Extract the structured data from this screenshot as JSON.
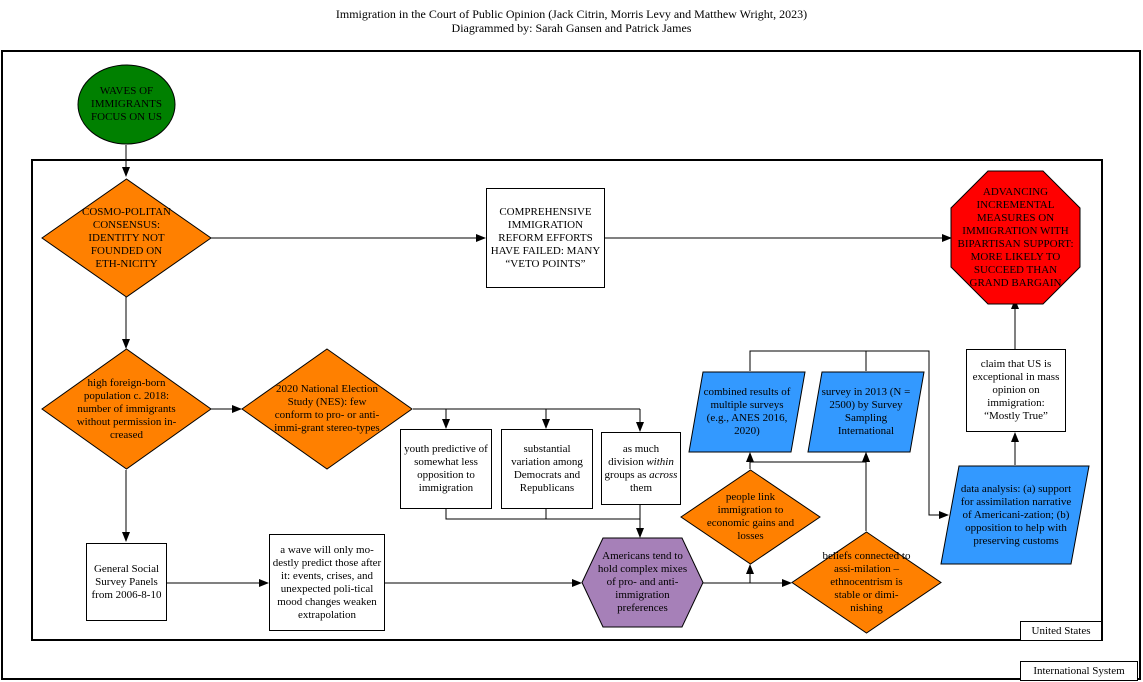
{
  "title": {
    "line1": "Immigration in the Court of Public Opinion (Jack Citrin, Morris Levy and Matthew Wright, 2023)",
    "line2": "Diagrammed by: Sarah Gansen and Patrick James"
  },
  "systems": {
    "outer_label": "International System",
    "inner_label": "United States"
  },
  "colors": {
    "start": "#008000",
    "decision": "#ff8000",
    "data": "#3399ff",
    "hexagon": "#a680b8",
    "stop": "#ff0000"
  },
  "nodes": {
    "waves": "WAVES OF IMMIGRANTS FOCUS ON US",
    "cosmo": "COSMO-POLITAN CONSENSUS: IDENTITY NOT FOUNDED ON ETH-NICITY",
    "reform": "COMPREHENSIVE IMMIGRATION REFORM EFFORTS HAVE FAILED: MANY “VETO POINTS”",
    "advancing": "ADVANCING INCREMENTAL MEASURES ON IMMIGRATION WITH BIPARTISAN SUPPORT: MORE LIKELY TO SUCCEED THAN GRAND BARGAIN",
    "highfb": "high foreign-born population c. 2018: number of immigrants without permission in-creased",
    "nes": "2020 National Election Study (NES): few conform to pro- or anti-immi-grant stereo-types",
    "youth": "youth predictive of somewhat less opposition to immigration",
    "substantial": "substantial variation among Democrats and Republicans",
    "division_pre": "as much division ",
    "division_within": "within",
    "division_mid": " groups as ",
    "division_across": "across",
    "division_post": " them",
    "combined": "combined results of multiple surveys (e.g., ANES 2016, 2020)",
    "survey2013": "survey in 2013 (N = 2500) by Survey Sampling International",
    "claim": "claim that US is exceptional in mass opinion on immigration: “Mostly True”",
    "analysis": "data analysis: (a) support for assimilation narrative of Americani-zation; (b) opposition to help with preserving customs",
    "people": "people link immigration to economic gains and losses",
    "beliefs": "beliefs connected to assi-milation – ethnocentrism is stable or dimi-nishing",
    "americans": "Americans tend to hold complex mixes of pro- and anti- immigration preferences",
    "gss": "General Social Survey Panels from 2006-8-10",
    "wave": "a wave will only mo-destly predict those after it: events, crises, and unexpected poli-tical mood changes weaken extrapolation"
  }
}
